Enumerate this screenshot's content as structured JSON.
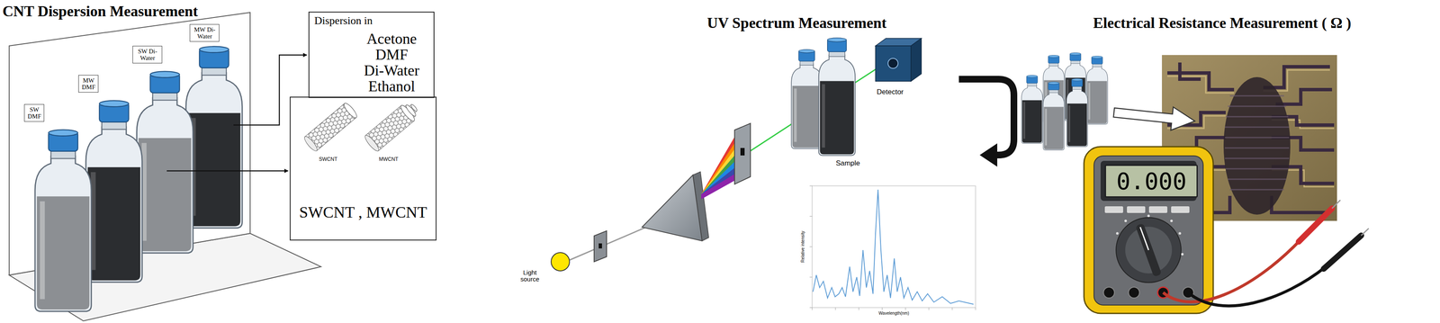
{
  "diagram": {
    "nodes": [
      {
        "text": [
          "SW DMF"
        ]
      },
      {
        "text": [
          "MW DMF"
        ]
      },
      {
        "text": [
          "SW Di-Water"
        ]
      },
      {
        "text": [
          "MW Di-Water"
        ]
      },
      {
        "text": [
          "Dispersion in",
          "Acetone",
          "DMF",
          "Di-Water",
          "Ethanol"
        ]
      },
      {
        "text": [
          "SWCNT",
          "MWCNT",
          "SWCNT , MWCNT"
        ]
      },
      {
        "text": [
          "0.000"
        ]
      }
    ],
    "labels": [
      "CNT Dispersion Measurement",
      "UV Spectrum Measurement",
      "Electrical Resistance Measurement ( Ω )",
      "Light source",
      "Sample",
      "Detector",
      "Relative intensity",
      "Wavelength(nm)"
    ]
  }
}
